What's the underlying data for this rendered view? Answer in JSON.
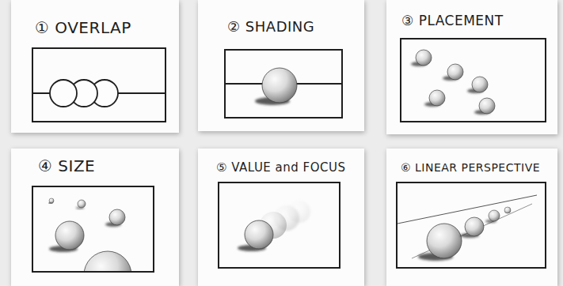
{
  "diagram": {
    "nodes": [
      {
        "text": [
          "① OVERLAP"
        ]
      },
      {
        "text": [
          "② SHADING"
        ]
      },
      {
        "text": [
          "③ PLACEMENT"
        ]
      },
      {
        "text": [
          "④ SIZE"
        ]
      },
      {
        "text": [
          "⑤ VALUE and FOCUS"
        ]
      },
      {
        "text": [
          "⑥ LINEAR PERSPECTIVE"
        ]
      }
    ]
  }
}
